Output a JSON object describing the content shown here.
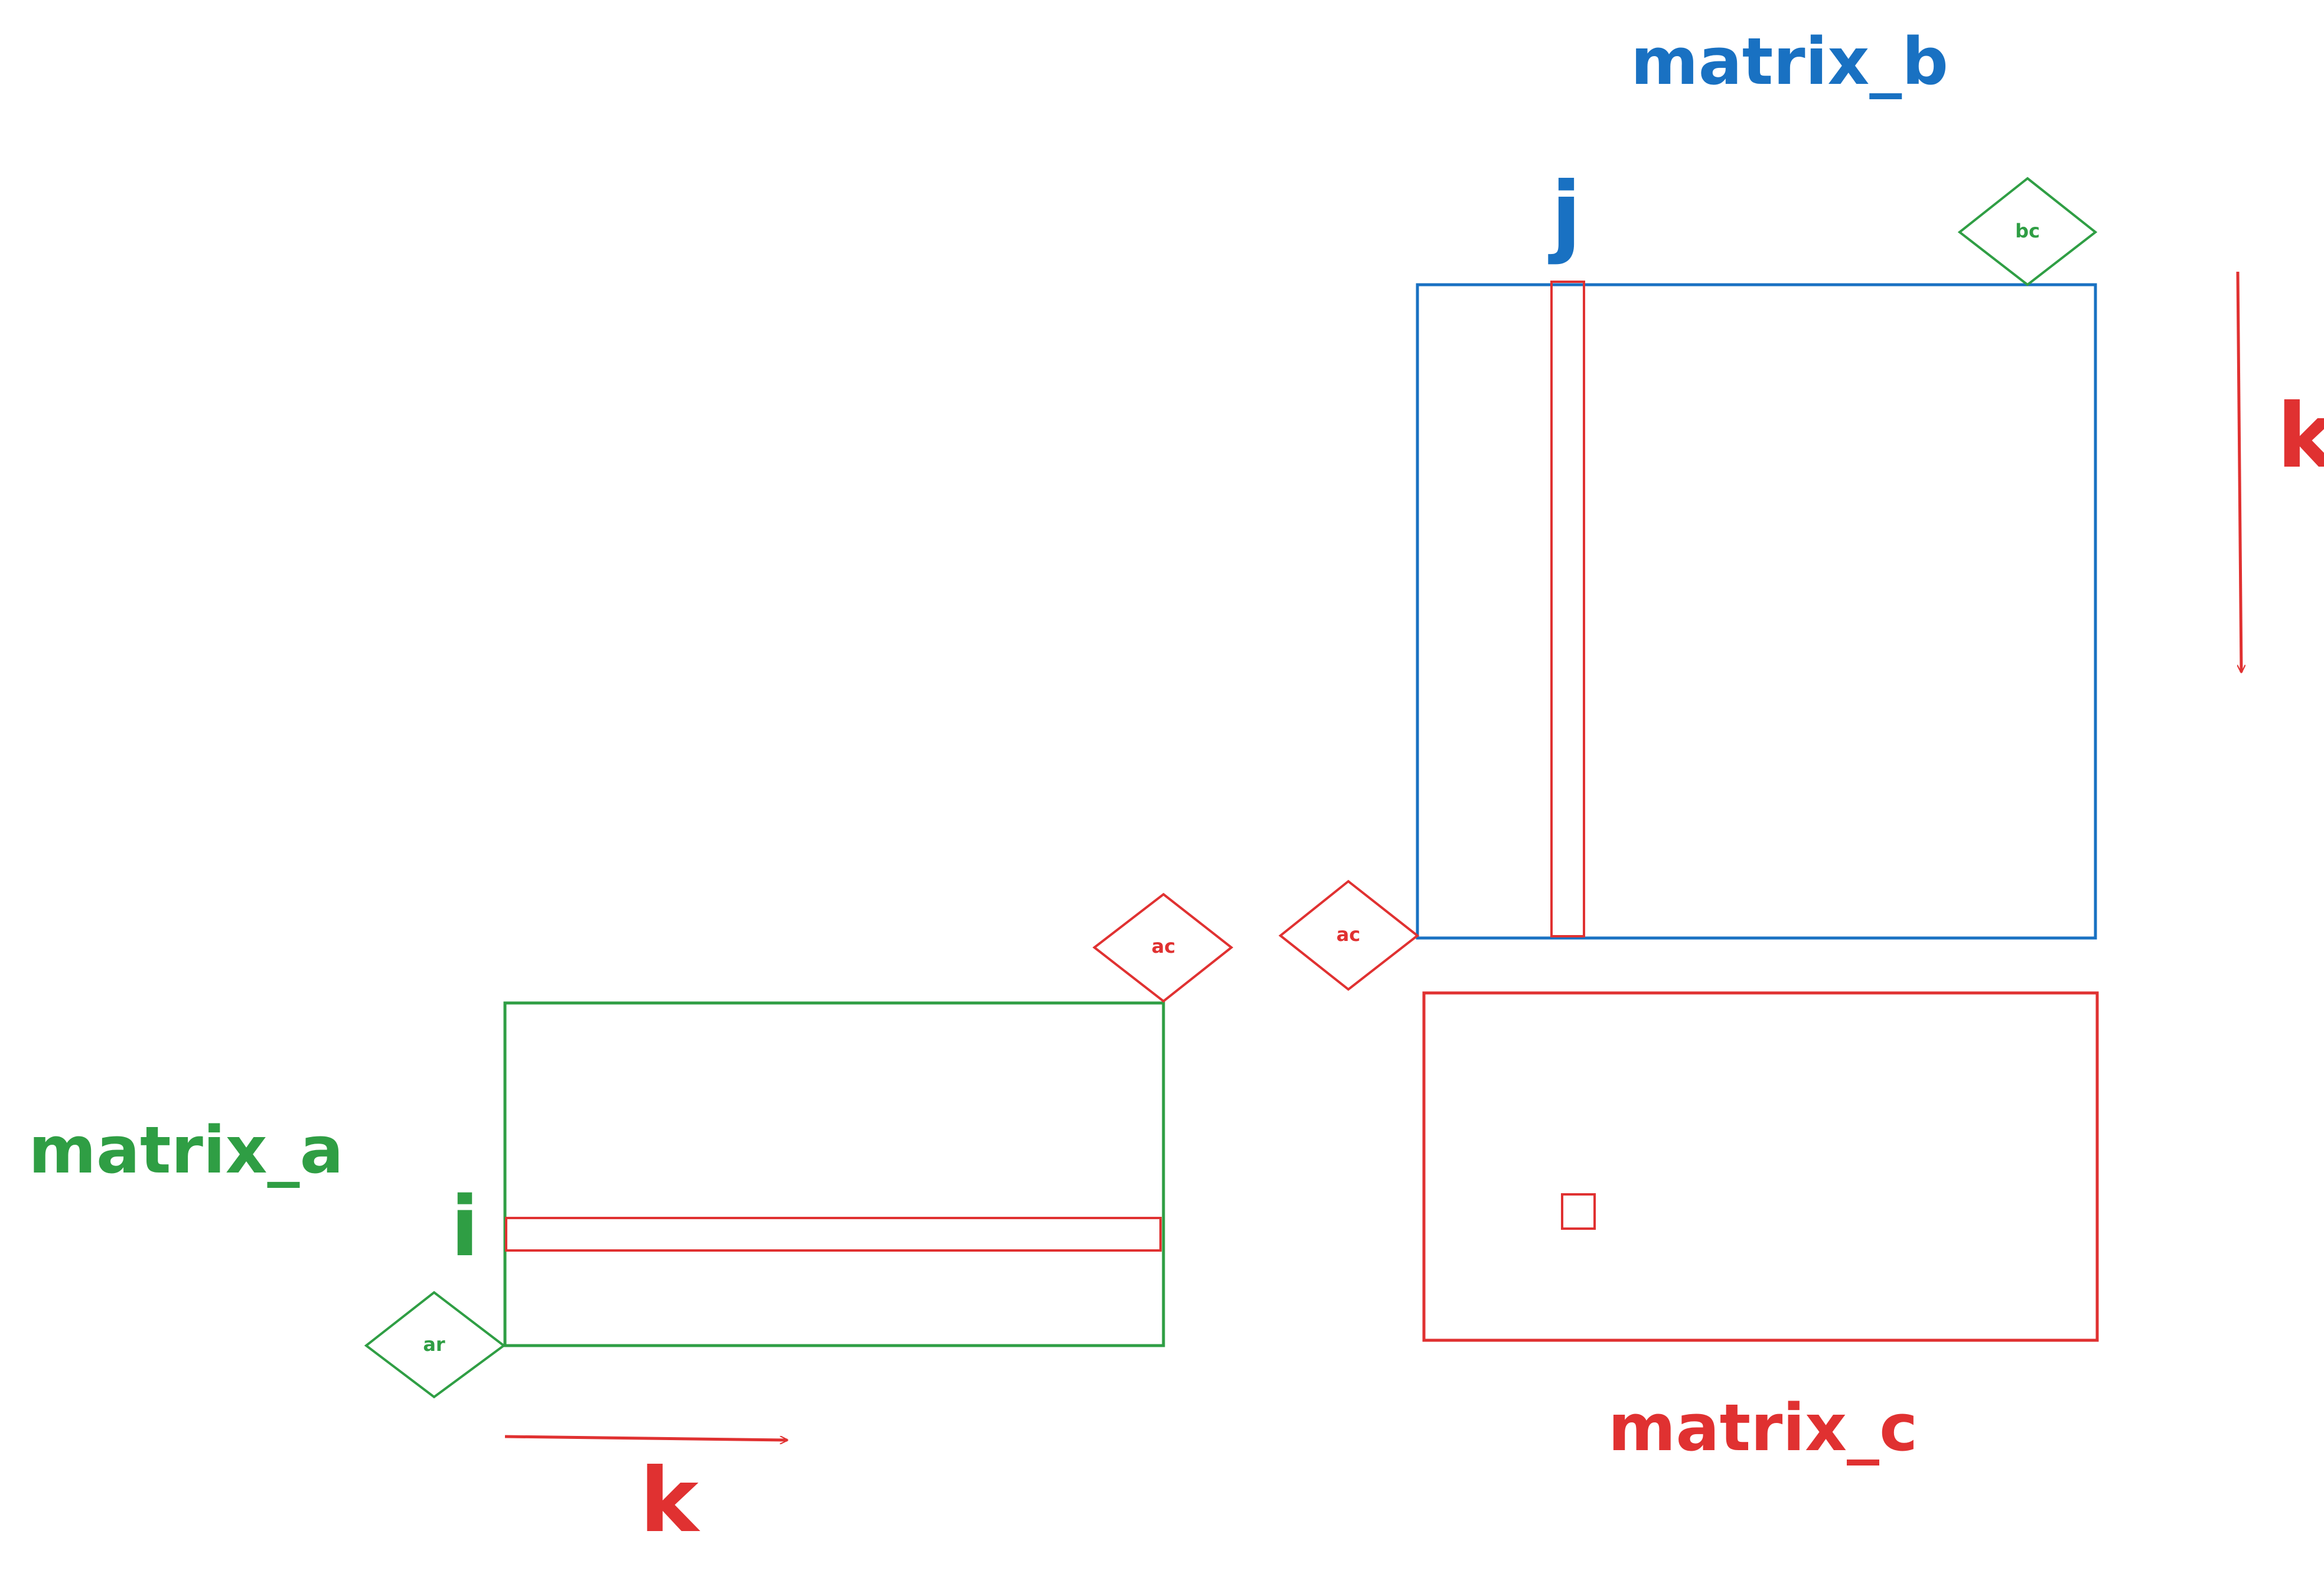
{
  "colors": {
    "green": "#2f9e44",
    "blue": "#1971c2",
    "red": "#e03131",
    "background": "#ffffff"
  },
  "matrix_a": {
    "title": "matrix_a",
    "row_label": "i",
    "axis_label": "k",
    "corner_tags": {
      "rows": "ar",
      "cols": "ac"
    }
  },
  "matrix_b": {
    "title": "matrix_b",
    "col_label": "j",
    "axis_label": "k",
    "corner_tags": {
      "rows": "ac",
      "cols": "bc"
    }
  },
  "matrix_c": {
    "title": "matrix_c"
  }
}
